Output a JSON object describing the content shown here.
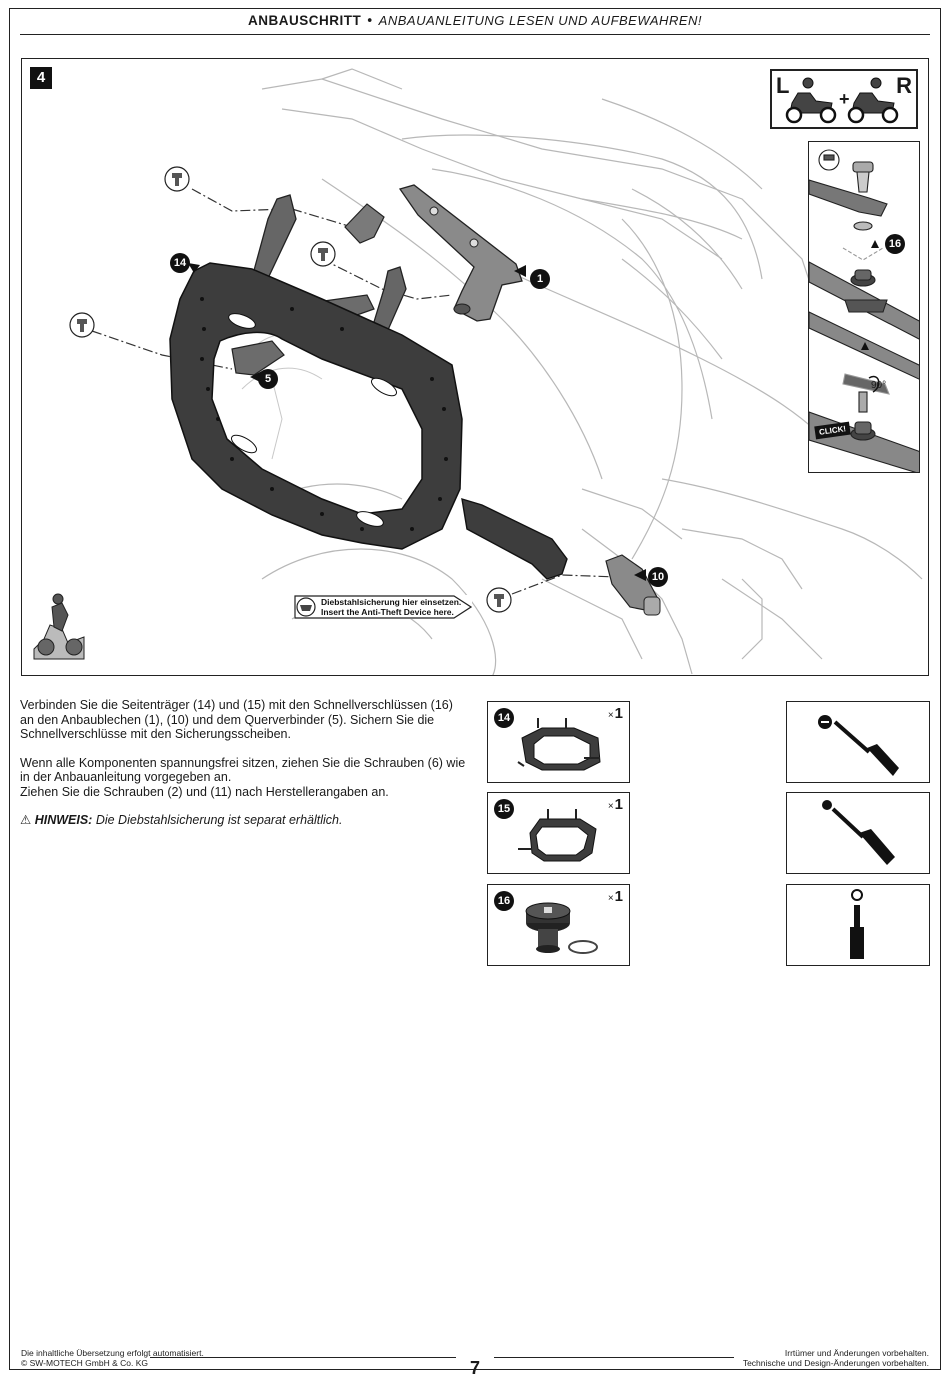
{
  "header": {
    "title": "ANBAUSCHRITT",
    "separator": "•",
    "subtitle": "ANBAUANLEITUNG LESEN UND AUFBEWAHREN!"
  },
  "diagram": {
    "step_number": "4",
    "side_left": "L",
    "side_right": "R",
    "plus": "+",
    "callouts": [
      "14",
      "1",
      "5",
      "10",
      "16"
    ],
    "rotation_label": "90°",
    "click_label": "CLICK!",
    "anti_theft_line1": "Diebstahlsicherung hier einsetzen.",
    "anti_theft_line2": "Insert the Anti-Theft Device here."
  },
  "instructions": {
    "paragraph1": "Verbinden Sie die Seitenträger (14) und (15) mit den Schnellverschlüssen (16) an den Anbaublechen (1), (10) und dem Querverbinder (5). Sichern Sie die Schnellverschlüsse mit den Sicherungsscheiben.",
    "paragraph2_line1": "Wenn alle Komponenten spannungsfrei sitzen, ziehen Sie die Schrauben (6) wie in der Anbauanleitung vorgegeben an.",
    "paragraph2_line2": "Ziehen Sie die Schrauben (2) und (11) nach Herstellerangaben an.",
    "note_icon": "⚠",
    "note_label": "HINWEIS:",
    "note_text": "Die Diebstahlsicherung ist separat erhältlich."
  },
  "parts": [
    {
      "number": "14",
      "qty_prefix": "×",
      "qty": "1",
      "icon": "side-carrier-frame-icon"
    },
    {
      "number": "15",
      "qty_prefix": "×",
      "qty": "1",
      "icon": "side-carrier-frame-icon"
    },
    {
      "number": "16",
      "qty_prefix": "×",
      "qty": "1",
      "icon": "quick-release-fastener-icon"
    }
  ],
  "tools": [
    {
      "icon": "flat-screwdriver-icon"
    },
    {
      "icon": "torx-screwdriver-icon"
    },
    {
      "icon": "socket-wrench-icon"
    }
  ],
  "footer": {
    "left_line1": "Die inhaltliche Übersetzung erfolgt automatisiert.",
    "left_line2": "© SW-MOTECH GmbH & Co. KG",
    "right_line1": "Irrtümer und Änderungen vorbehalten.",
    "right_line2": "Technische und Design-Änderungen vorbehalten.",
    "page_number": "7"
  }
}
